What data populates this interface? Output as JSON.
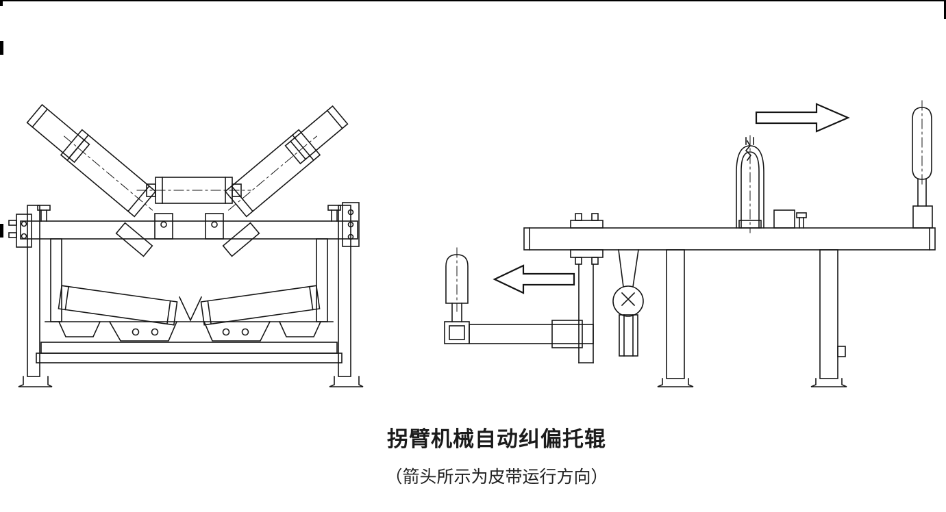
{
  "page": {
    "background": "#ffffff",
    "line_color": "#161616"
  },
  "caption": {
    "title": "拐臂机械自动纠偏托辊",
    "subtitle": "（箭头所示为皮带运行方向）"
  },
  "drawing": {
    "belt_direction_arrows": [
      {
        "position": "upper-right",
        "direction": "right"
      },
      {
        "position": "middle-left",
        "direction": "left"
      }
    ]
  }
}
